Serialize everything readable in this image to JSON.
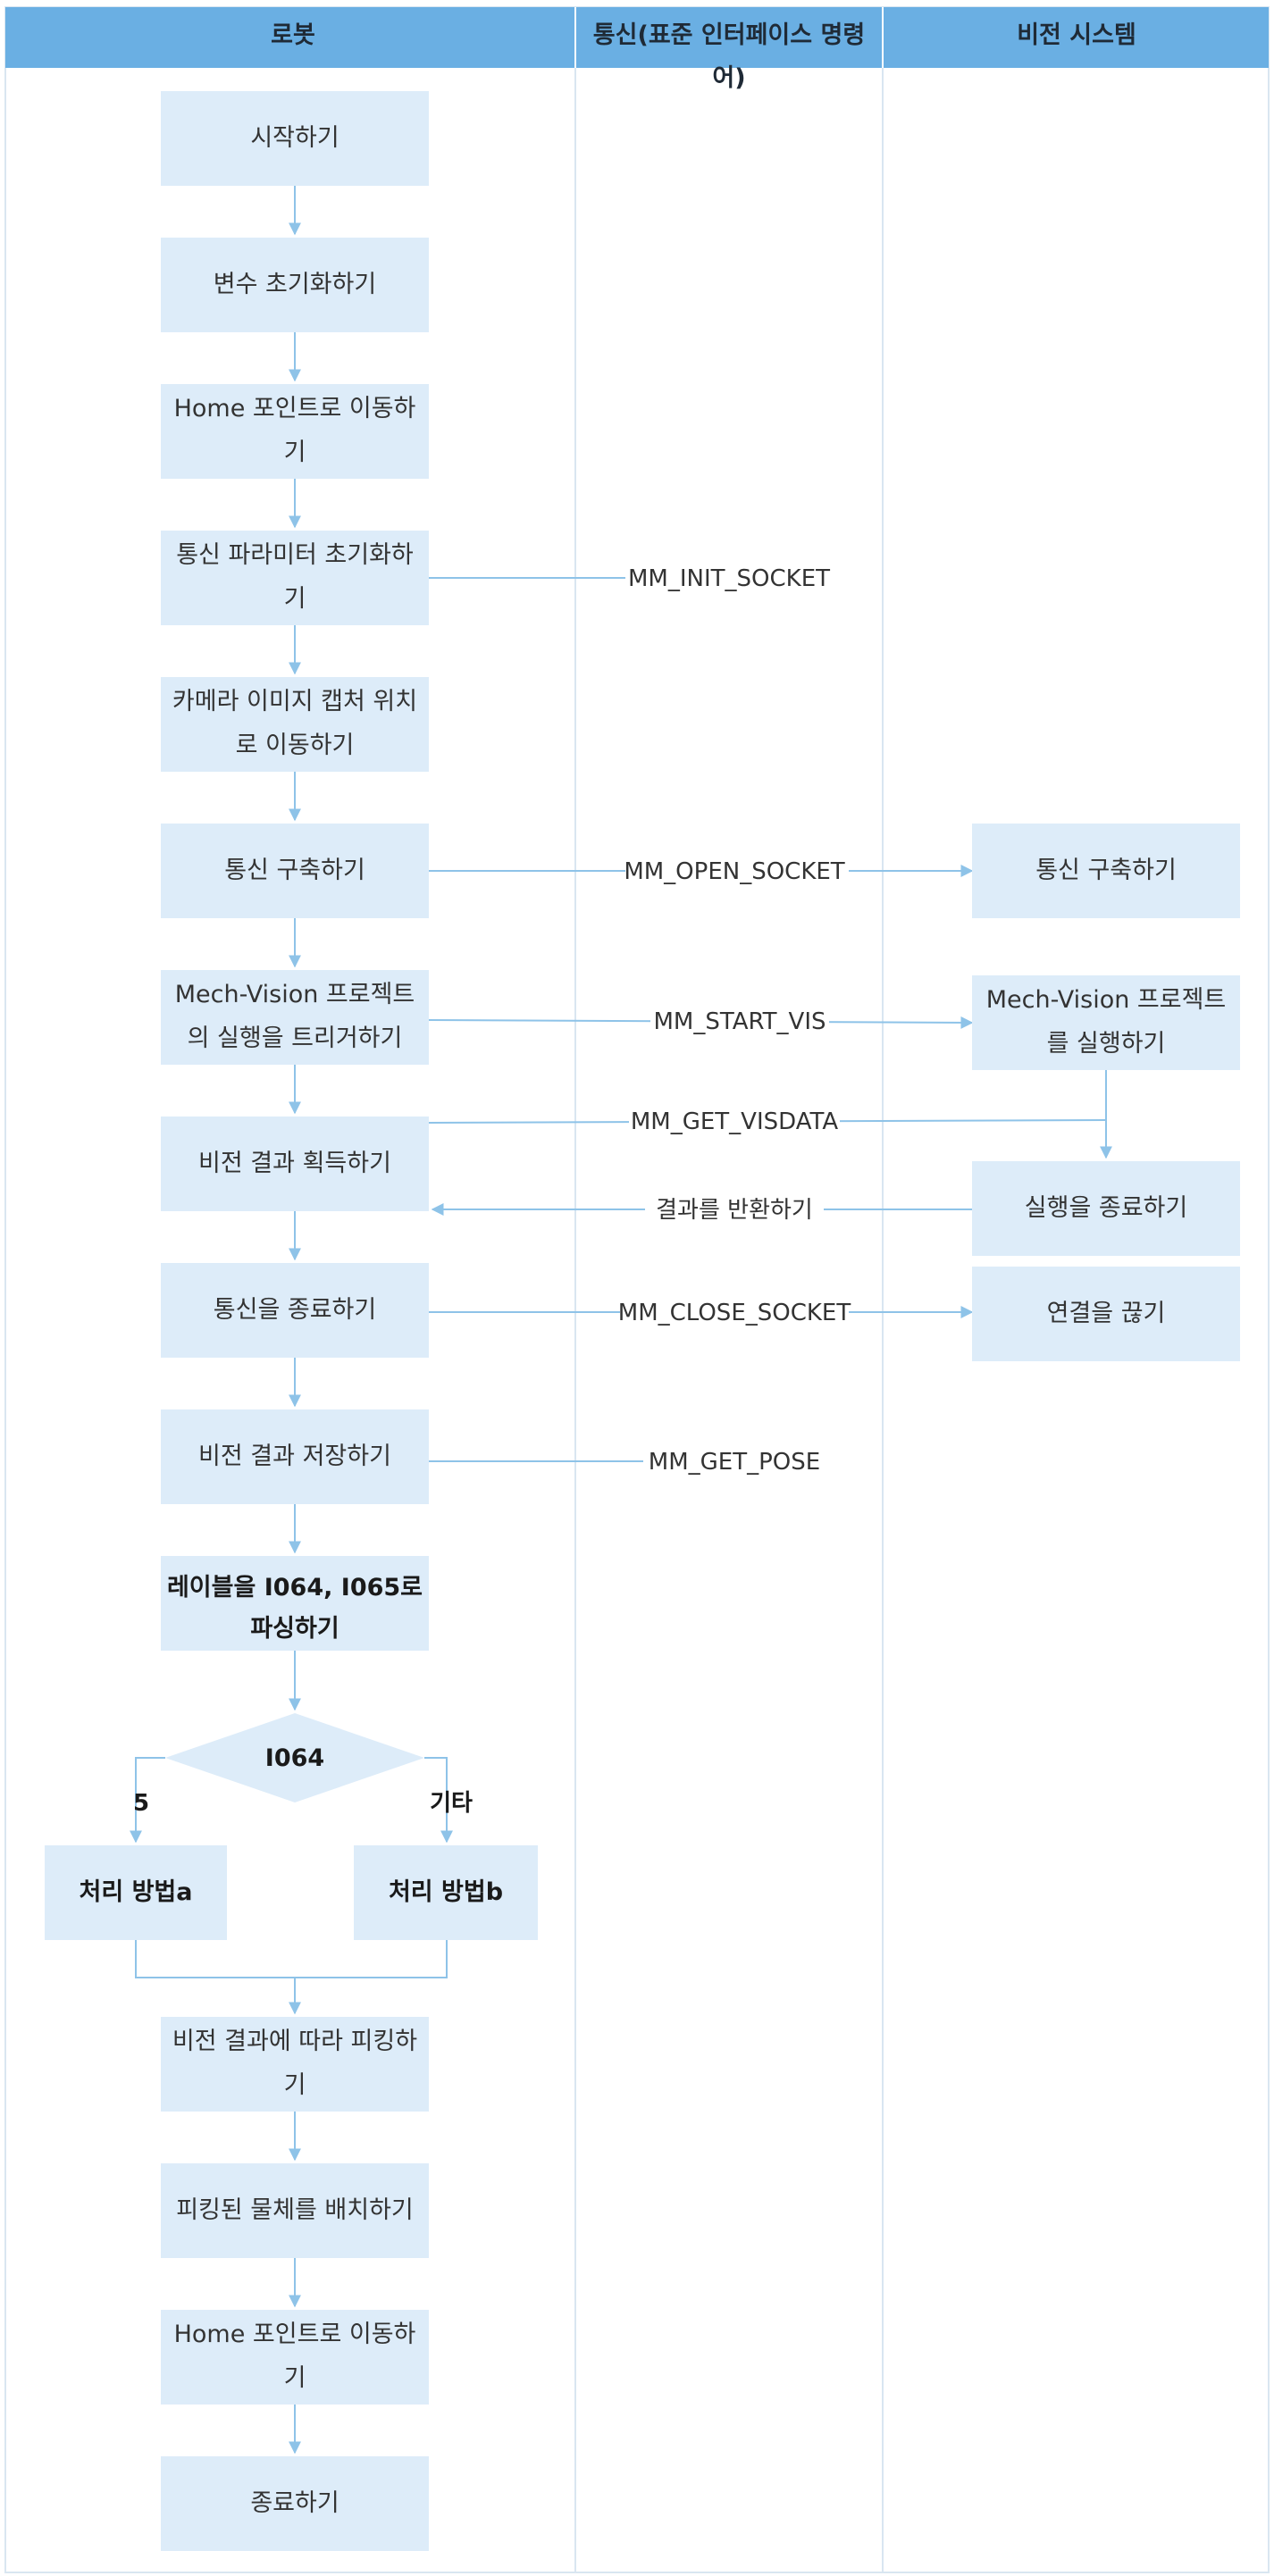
{
  "colors": {
    "header_bg": "#6aafe3",
    "box_fill": "#ddecf9",
    "line": "#8ec3e8",
    "lane_border": "#d9e6f1",
    "background": "#ffffff"
  },
  "lanes": {
    "robot": "로봇",
    "comm_line1": "통신(표준 인터페이스 명령",
    "comm_line2": "어)",
    "vision": "비전 시스템"
  },
  "robot_steps": {
    "start": [
      "시작하기"
    ],
    "init_vars": [
      "변수 초기화하기"
    ],
    "move_home": [
      "Home 포인트로 이동하",
      "기"
    ],
    "init_comm_params": [
      "통신 파라미터 초기화하",
      "기"
    ],
    "move_capture": [
      "카메라 이미지 캡처 위치",
      "로 이동하기"
    ],
    "establish_comm": [
      "통신 구축하기"
    ],
    "trigger_project": [
      "Mech-Vision 프로젝트",
      "의 실행을 트리거하기"
    ],
    "get_result": [
      "비전 결과 획득하기"
    ],
    "end_comm": [
      "통신을 종료하기"
    ],
    "save_result": [
      "비전 결과 저장하기"
    ],
    "parse_labels": [
      "레이블을 I064, I065로",
      "파싱하기"
    ],
    "decision": "I064",
    "method_a": [
      "처리 방법a"
    ],
    "method_b": [
      "처리 방법b"
    ],
    "pick": [
      "비전 결과에 따라 피킹하",
      "기"
    ],
    "place": [
      "피킹된 물체를 배치하기"
    ],
    "move_home2": [
      "Home 포인트로 이동하",
      "기"
    ],
    "end": [
      "종료하기"
    ]
  },
  "branch_labels": {
    "left": "5",
    "right": "기타"
  },
  "vision_steps": {
    "establish": [
      "통신 구축하기"
    ],
    "run_project": [
      "Mech-Vision 프로젝트",
      "를 실행하기"
    ],
    "finish_run": [
      "실행을 종료하기"
    ],
    "disconnect": [
      "연결을 끊기"
    ]
  },
  "commands": {
    "init_socket": "MM_INIT_SOCKET",
    "open_socket": "MM_OPEN_SOCKET",
    "start_vis": "MM_START_VIS",
    "get_visdata": "MM_GET_VISDATA",
    "return_result": "결과를 반환하기",
    "close_socket": "MM_CLOSE_SOCKET",
    "get_pose": "MM_GET_POSE"
  }
}
